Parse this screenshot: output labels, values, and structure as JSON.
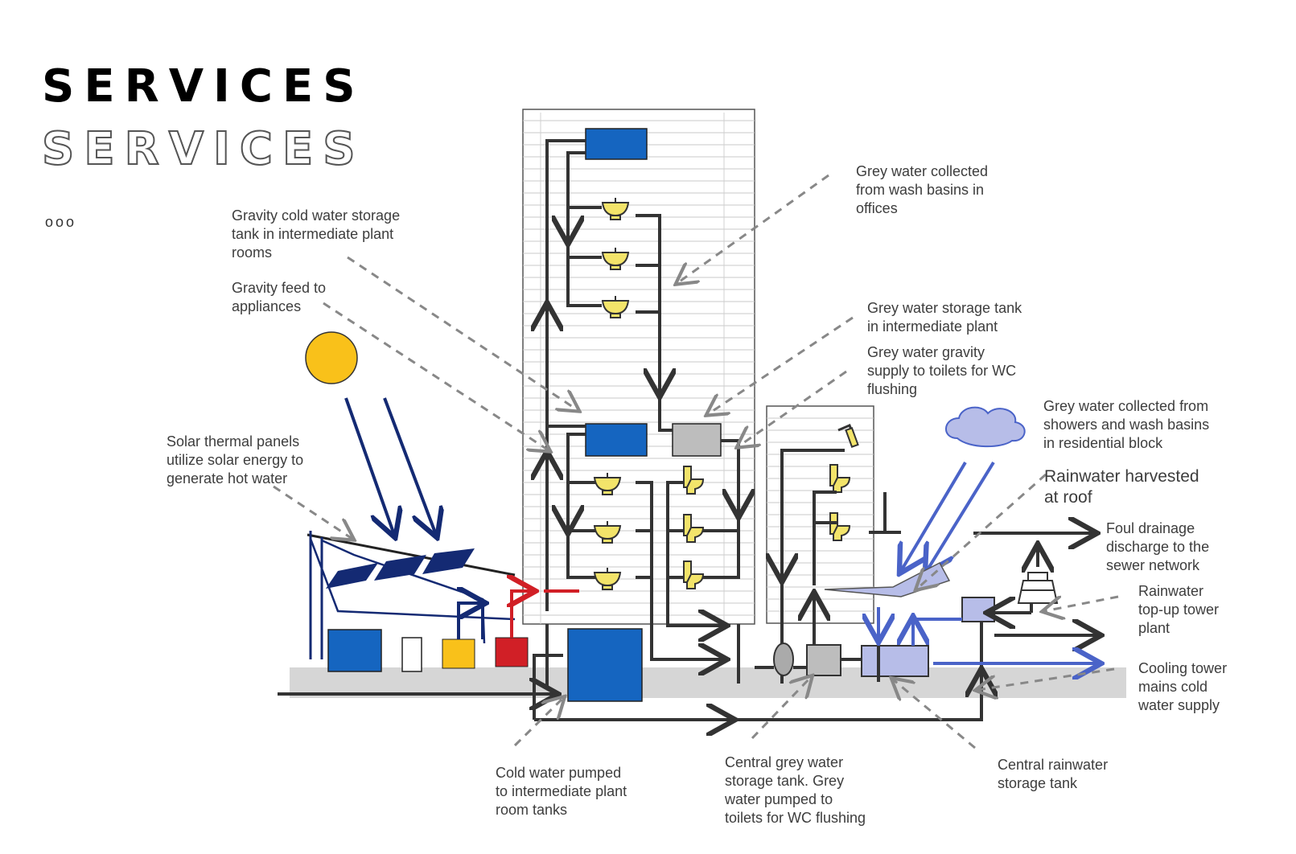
{
  "header": {
    "title": "SERVICES",
    "title_outline": "SERVICES",
    "dots": "ooo"
  },
  "labels": {
    "gravity_cold_tank": "Gravity cold water storage\ntank in intermediate plant\nrooms",
    "gravity_feed": "Gravity feed to\nappliances",
    "solar_panels": "Solar thermal panels\nutilize solar energy to\ngenerate hot water",
    "grey_offices": "Grey water collected\nfrom wash basins in\noffices",
    "grey_storage_intermediate": "Grey water storage tank\nin intermediate plant",
    "grey_gravity_supply": "Grey water gravity\nsupply to toilets for WC\nflushing",
    "grey_residential": "Grey water collected from\nshowers and wash basins\nin residential block",
    "rainwater_roof": "Rainwater harvested\nat roof",
    "foul_drainage": "Foul drainage\ndischarge to the\nsewer network",
    "rainwater_topup": "Rainwater\ntop-up tower\nplant",
    "cooling_tower": "Cooling tower\nmains cold\nwater supply",
    "cold_pumped": "Cold water pumped\nto intermediate plant\nroom tanks",
    "central_grey": "Central grey water\nstorage tank. Grey\nwater pumped to\ntoilets for WC flushing",
    "central_rain": "Central rainwater\nstorage tank"
  },
  "colors": {
    "tank_blue": "#1565c0",
    "pipe_dark": "#333333",
    "solar_navy": "#142a73",
    "sun": "#f9c11a",
    "rain_blue": "#4a63c8",
    "hot_red": "#d11f26",
    "appliance_yellow": "#f3e46a",
    "grey_tank": "#bdbdbd",
    "rain_tank": "#b7bde8",
    "ground": "#d6d6d6"
  },
  "icons": [
    "sun-icon",
    "cloud-icon",
    "wash-basin-icon",
    "toilet-icon",
    "shower-icon",
    "cooling-tower-icon",
    "solar-panel-icon"
  ]
}
